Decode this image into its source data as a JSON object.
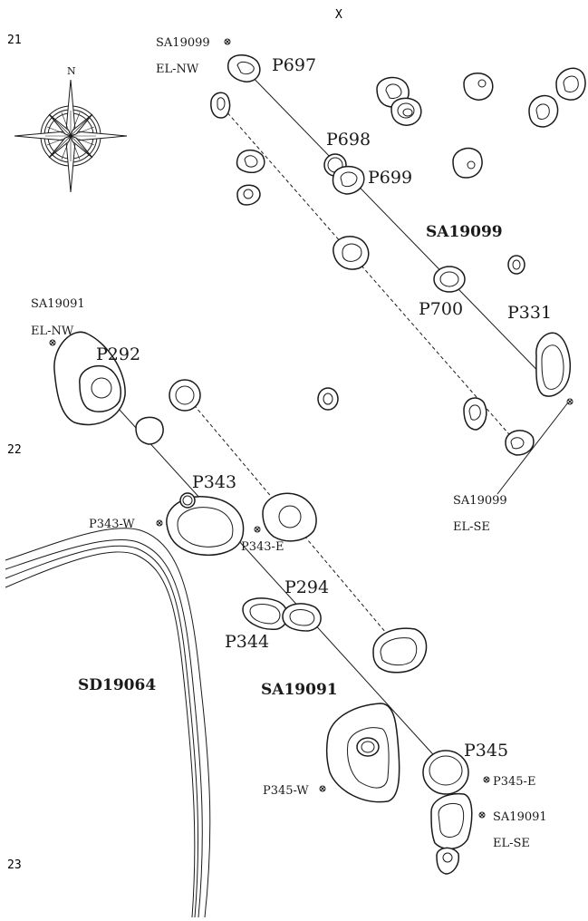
{
  "grid": {
    "x_label": "X",
    "row_21": "21",
    "row_22": "22",
    "row_23": "23"
  },
  "compass": {
    "north_label": "N"
  },
  "structures": {
    "sa19099": "SA19099",
    "sa19091": "SA19091",
    "sd19064": "SD19064"
  },
  "pits": {
    "p697": "P697",
    "p698": "P698",
    "p699": "P699",
    "p700": "P700",
    "p331": "P331",
    "p292": "P292",
    "p343": "P343",
    "p294": "P294",
    "p344": "P344",
    "p345": "P345"
  },
  "elevation_points": {
    "sa19099_nw_name": "SA19099",
    "sa19099_nw_sub": "EL-NW",
    "sa19099_se_name": "SA19099",
    "sa19099_se_sub": "EL-SE",
    "sa19091_nw_name": "SA19091",
    "sa19091_nw_sub": "EL-NW",
    "sa19091_se_name": "SA19091",
    "sa19091_se_sub": "EL-SE",
    "p343_w": "P343-W",
    "p343_e": "P343-E",
    "p345_w": "P345-W",
    "p345_e": "P345-E"
  }
}
